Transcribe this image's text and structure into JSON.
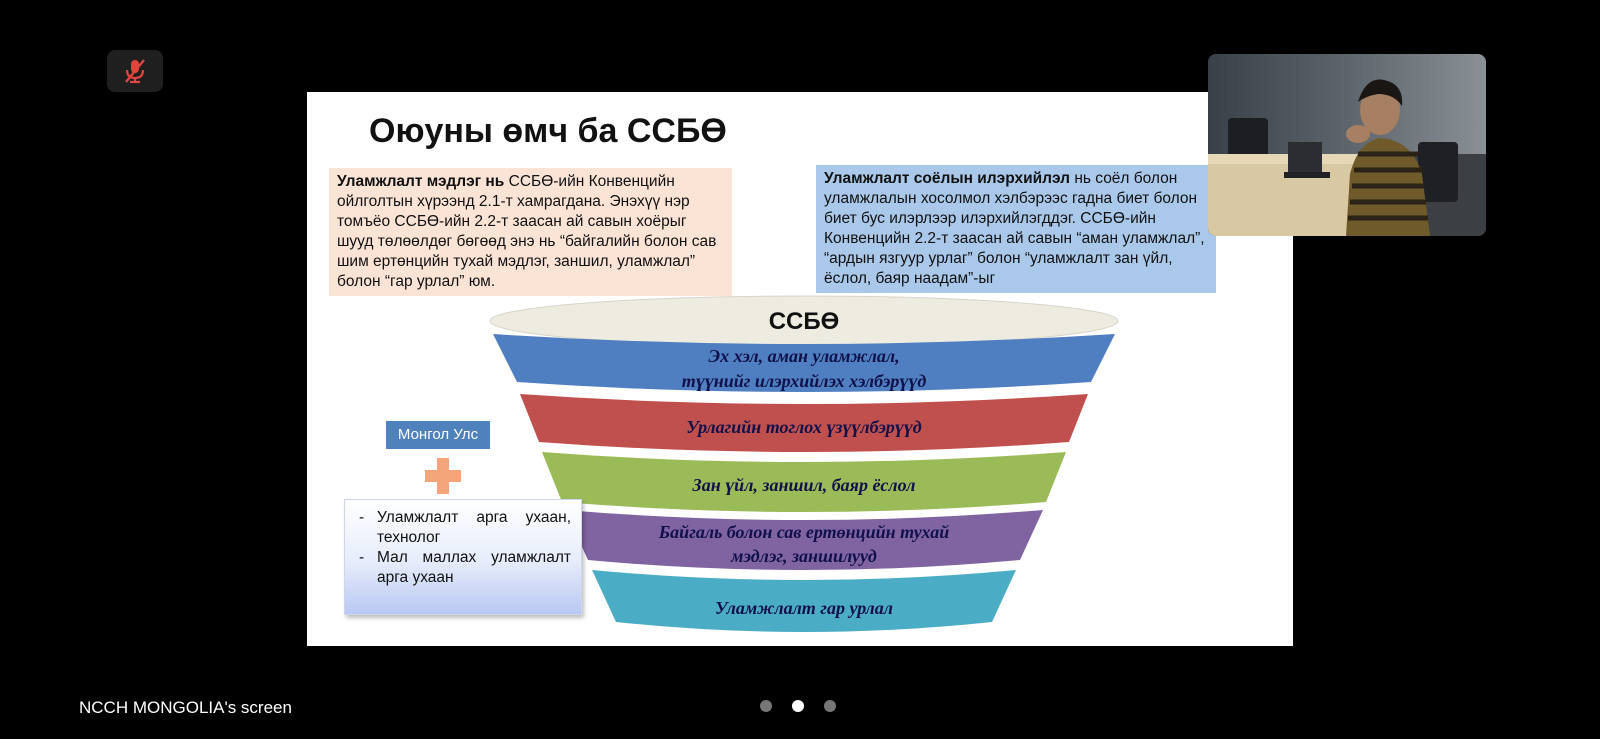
{
  "slide": {
    "title": "Оюуны өмч ба ССБӨ",
    "left_box": {
      "bold": "Уламжлалт мэдлэг нь",
      "text": " ССБӨ-ийн Конвенцийн ойлголтын хүрээнд 2.1-т хамрагдана. Энэхүү нэр томъёо ССБӨ-ийн 2.2-т заасан ай савын хоёрыг шууд төлөөлдөг бөгөөд энэ нь “байгалийн болон сав шим ертөнцийн тухай мэдлэг, заншил, уламжлал” болон “гар урлал” юм."
    },
    "right_box": {
      "bold": "Уламжлалт соёлын илэрхийлэл",
      "text": " нь соёл болон уламжлалын хосолмол хэлбэрээс гадна биет болон биет бус илэрлээр илэрхийлэгддэг. ССБӨ-ийн Конвенцийн 2.2-т заасан ай савын “аман уламжлал”, “ардын язгуур урлаг” болон “уламжлалт зан үйл, ёслол, баяр наадам”-ыг"
    },
    "funnel": {
      "top_label": "ССБӨ",
      "band1_line1": "Эх хэл, аман уламжлал,",
      "band1_line2": "түүнийг илэрхийлэх хэлбэрүүд",
      "band2": "Урлагийн тоглох үзүүлбэрүүд",
      "band3": "Зан үйл, заншил, баяр ёслол",
      "band4_line1": "Байгаль болон сав ертөнцийн тухай",
      "band4_line2": "мэдлэг, заншилууд",
      "band5": "Уламжлалт гар урлал"
    },
    "country_label": "Монгол Улс",
    "list_items": [
      "Уламжлалт арга ухаан, технолог",
      "Мал маллах уламжлалт арга ухаан"
    ]
  },
  "footer": {
    "screen_label": "NCCH MONGOLIA's screen"
  },
  "pager": {
    "count": 3,
    "active": 2
  },
  "colors": {
    "band1": "#4f7fc0",
    "band2": "#c0504d",
    "band3": "#9bbb59",
    "band4": "#8064a2",
    "band5": "#4bacc6",
    "top": "#eeece1"
  },
  "icons": {
    "mute": "microphone-muted-icon",
    "plus": "plus-icon"
  }
}
